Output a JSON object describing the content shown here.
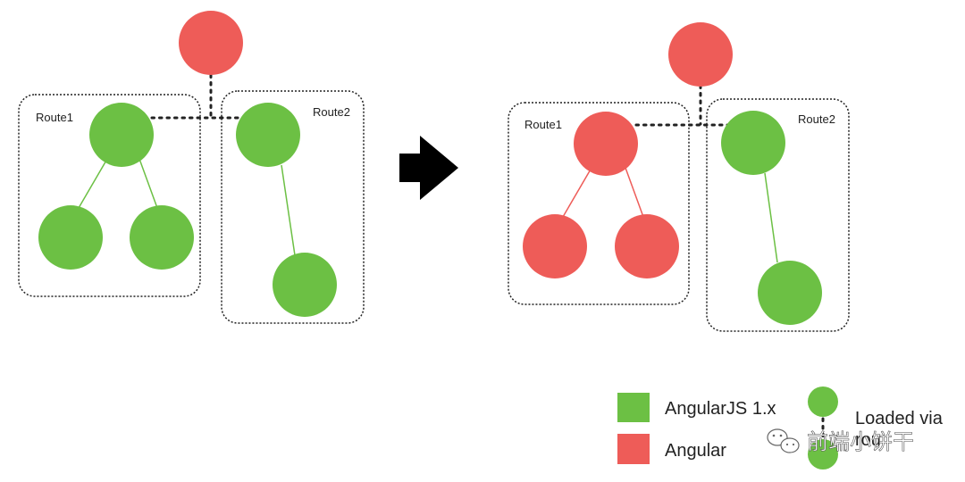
{
  "colors": {
    "angularjs": "#6cc044",
    "angular": "#ee5c58",
    "edge_green": "#6cc044",
    "edge_red": "#ee5c58",
    "border": "#222222"
  },
  "before": {
    "route1_label": "Route1",
    "route2_label": "Route2"
  },
  "after": {
    "route1_label": "Route1",
    "route2_label": "Route2"
  },
  "arrow": {
    "icon": "arrow-right-icon"
  },
  "legend": {
    "angularjs_label": "AngularJS 1.x",
    "angular_label": "Angular",
    "loaded_label_line1": "Loaded via",
    "loaded_label_line2": "rou"
  },
  "watermark": {
    "icon": "wechat-icon",
    "text": "前端小饼干"
  }
}
